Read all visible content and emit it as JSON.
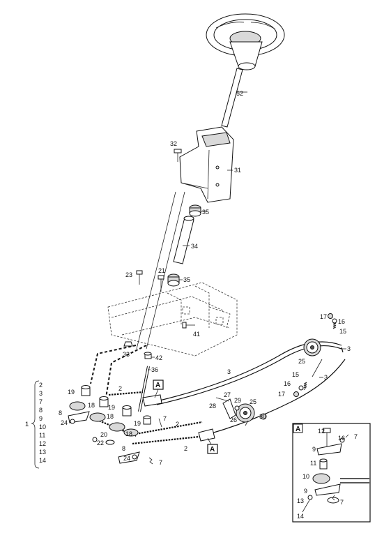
{
  "part_labels": {
    "p52": "52",
    "p32": "32",
    "p31": "31",
    "p35a": "35",
    "p34": "34",
    "p23": "23",
    "p21": "21",
    "p35b": "35",
    "p41": "41",
    "p33": "33",
    "p42": "42",
    "p36": "36",
    "p3a": "3",
    "p25a": "25",
    "p17a": "17",
    "p16a": "16",
    "p15a": "15",
    "p3b": "3",
    "p15b": "15",
    "p16b": "16",
    "p17b": "17",
    "p3c": "3",
    "p27": "27",
    "p29": "29",
    "p25b": "25",
    "p28": "28",
    "p26": "26",
    "p30": "30",
    "p19a": "19",
    "p2a": "2",
    "p18a": "18",
    "p19b": "19",
    "p8a": "8",
    "p24a": "24",
    "p18b": "18",
    "p19c": "19",
    "p7a": "7",
    "p2b": "2",
    "p20": "20",
    "p22": "22",
    "p18c": "18",
    "p2c": "2",
    "p8b": "8",
    "p24b": "24",
    "p7b": "7"
  },
  "kit_group": {
    "label": "1",
    "items": [
      "2",
      "3",
      "7",
      "8",
      "9",
      "10",
      "11",
      "12",
      "13",
      "14"
    ]
  },
  "callouts": {
    "a1": "A",
    "a2": "A"
  },
  "detail_a": {
    "title": "A",
    "labels": {
      "d12": "12",
      "d16": "16",
      "d7a": "7",
      "d9a": "9",
      "d11": "11",
      "d10": "10",
      "d9b": "9",
      "d13": "13",
      "d7b": "7",
      "d14": "14"
    }
  }
}
